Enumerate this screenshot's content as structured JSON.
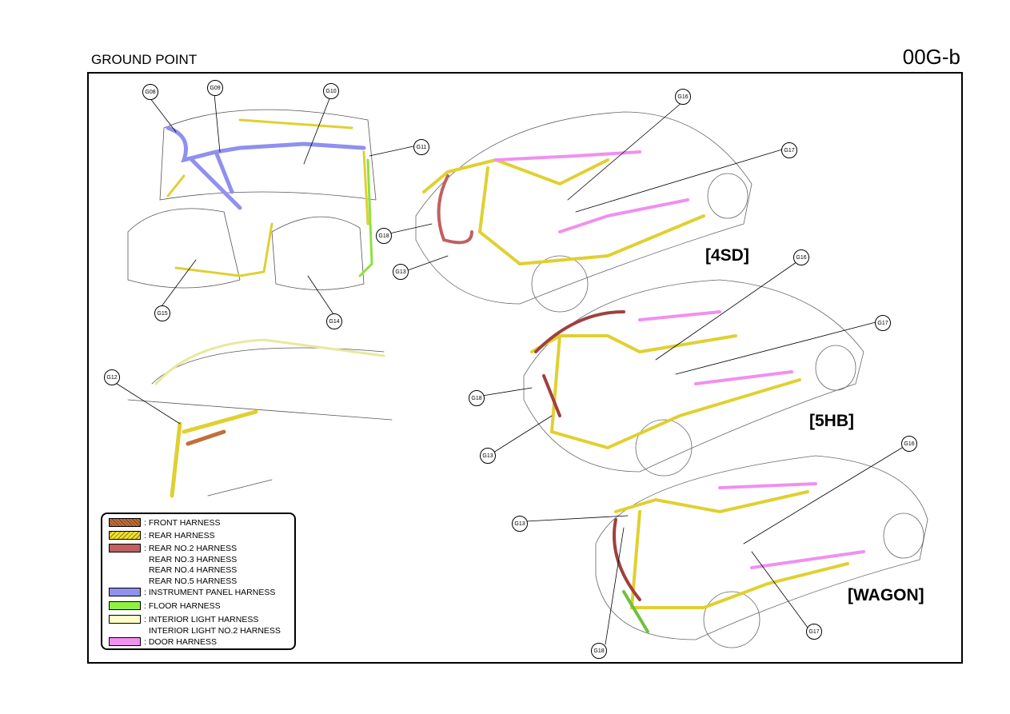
{
  "header": {
    "title": "GROUND POINT",
    "code": "00G-b"
  },
  "ground_points": [
    "G08",
    "G09",
    "G10",
    "G11",
    "G12",
    "G13",
    "G14",
    "G15",
    "G16",
    "G17",
    "G18"
  ],
  "variants": {
    "sd": "[4SD]",
    "hb": "[5HB]",
    "wagon": "[WAGON]"
  },
  "legend": [
    {
      "color": "#c0703a",
      "labels": [
        ": FRONT HARNESS"
      ]
    },
    {
      "color": "#f0e030",
      "labels": [
        ": REAR HARNESS"
      ]
    },
    {
      "color": "#c06060",
      "labels": [
        ": REAR NO.2 HARNESS",
        "REAR NO.3 HARNESS",
        "REAR NO.4 HARNESS",
        "REAR NO.5 HARNESS"
      ]
    },
    {
      "color": "#9090f0",
      "labels": [
        ": INSTRUMENT PANEL HARNESS"
      ]
    },
    {
      "color": "#90f040",
      "labels": [
        ": FLOOR HARNESS"
      ]
    },
    {
      "color": "#ffffc8",
      "labels": [
        ": INTERIOR LIGHT HARNESS",
        "INTERIOR LIGHT NO.2 HARNESS"
      ]
    },
    {
      "color": "#f090f0",
      "labels": [
        ": DOOR HARNESS"
      ]
    }
  ]
}
